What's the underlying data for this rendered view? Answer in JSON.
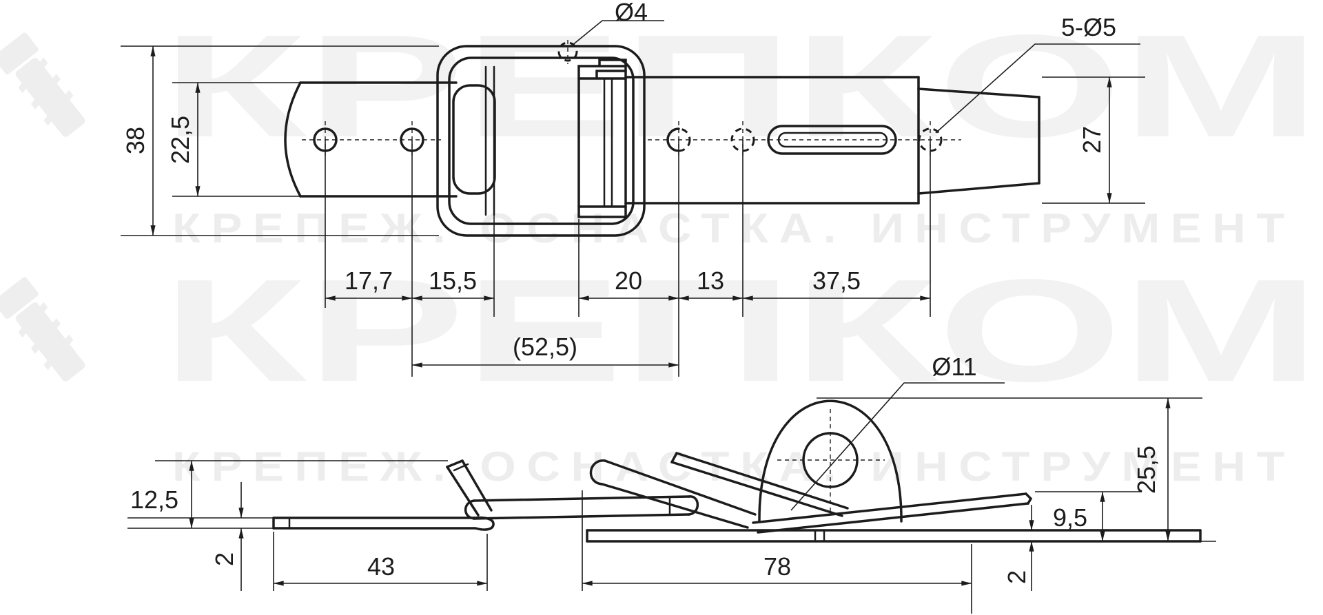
{
  "watermark": {
    "brand": "КРЕПКОМ",
    "tagline": "КРЕПЕЖ.  ОСНАСТКА.  ИНСТРУМЕНТ"
  },
  "colors": {
    "background": "#ffffff",
    "line": "#1c1c1c",
    "watermark_large": "#f2f2f2",
    "watermark_small": "#ededed"
  },
  "top_view": {
    "overall_height": "38",
    "plate_height": "22,5",
    "rivet_hole": "Ø4",
    "mount_holes": "5-Ø5",
    "catch_width": "27",
    "hole_spacing_1": "17,7",
    "hole_spacing_2": "15,5",
    "pivot_to_hole": "20",
    "hole_spacing_3": "13",
    "hole_spacing_4": "37,5",
    "reference_span": "(52,5)"
  },
  "side_view": {
    "hook_height": "12,5",
    "hook_plate_thickness": "2",
    "hook_plate_length": "43",
    "loop_hole": "Ø11",
    "base_length": "78",
    "base_thickness": "2",
    "tip_height": "9,5",
    "overall_height": "25,5"
  }
}
